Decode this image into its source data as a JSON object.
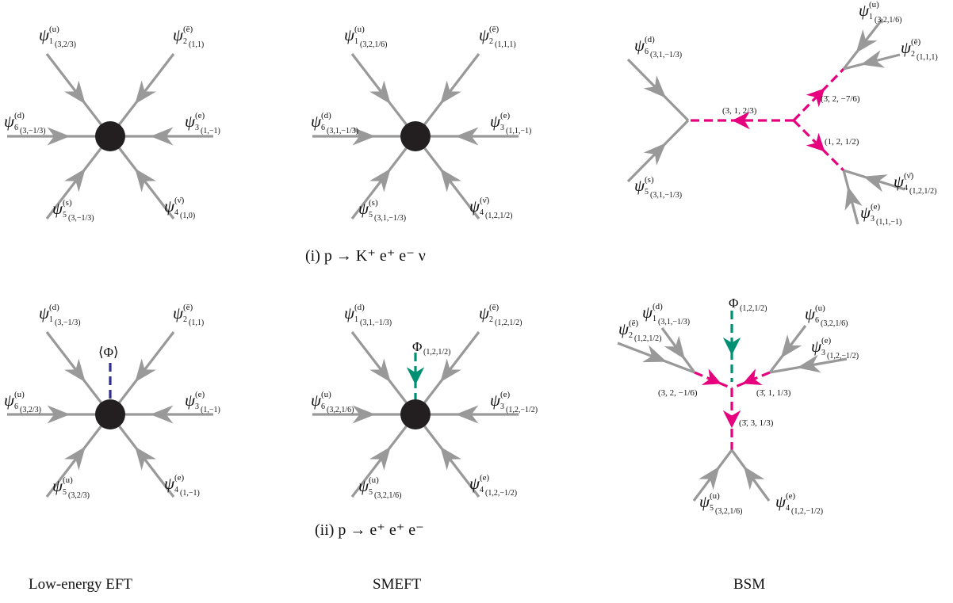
{
  "colors": {
    "fermion": "#999999",
    "blob": "#231f20",
    "bsm_mediator": "#e6007e",
    "smeft_scalar": "#009073",
    "vev": "#2e3192"
  },
  "captions": {
    "proc_i": "(i) p → K⁺ e⁺ e⁻ ν",
    "proc_ii": "(ii) p → e⁺ e⁺ e⁻"
  },
  "columns": {
    "low": "Low-energy EFT",
    "smeft": "SMEFT",
    "bsm": "BSM"
  },
  "row1": {
    "low": {
      "f1": {
        "idx": "1",
        "flav": "(u)",
        "rep": "(3,2/3)"
      },
      "f2": {
        "idx": "2",
        "flav": "(ē)",
        "rep": "(1,1)"
      },
      "f3": {
        "idx": "3",
        "flav": "(e)",
        "rep": "(1,−1)"
      },
      "f4": {
        "idx": "4",
        "flav": "(ν̄)",
        "rep": "(1,0)"
      },
      "f5": {
        "idx": "5",
        "flav": "(s)",
        "rep": "(3,−1/3)"
      },
      "f6": {
        "idx": "6",
        "flav": "(d)",
        "rep": "(3,−1/3)"
      }
    },
    "smeft": {
      "f1": {
        "idx": "1",
        "flav": "(u)",
        "rep": "(3,2,1/6)"
      },
      "f2": {
        "idx": "2",
        "flav": "(ē)",
        "rep": "(1,1,1)"
      },
      "f3": {
        "idx": "3",
        "flav": "(e)",
        "rep": "(1,1,−1)"
      },
      "f4": {
        "idx": "4",
        "flav": "(ν̄)",
        "rep": "(1,2,1/2)"
      },
      "f5": {
        "idx": "5",
        "flav": "(s)",
        "rep": "(3,1,−1/3)"
      },
      "f6": {
        "idx": "6",
        "flav": "(d)",
        "rep": "(3,1,−1/3)"
      }
    },
    "bsm": {
      "f1": {
        "idx": "1",
        "flav": "(u)",
        "rep": "(3,2,1/6)"
      },
      "f2": {
        "idx": "2",
        "flav": "(ē)",
        "rep": "(1,1,1)"
      },
      "f3": {
        "idx": "3",
        "flav": "(e)",
        "rep": "(1,1,−1)"
      },
      "f4": {
        "idx": "4",
        "flav": "(ν̄)",
        "rep": "(1,2,1/2)"
      },
      "f5": {
        "idx": "5",
        "flav": "(s)",
        "rep": "(3,1,−1/3)"
      },
      "f6": {
        "idx": "6",
        "flav": "(d)",
        "rep": "(3,1,−1/3)"
      },
      "m_h": "(3, 1, 2/3)",
      "m_up": "(3̄, 2, −7/6)",
      "m_down": "(1, 2, 1/2)"
    }
  },
  "row2": {
    "low": {
      "f1": {
        "idx": "1",
        "flav": "(d)",
        "rep": "(3,−1/3)"
      },
      "f2": {
        "idx": "2",
        "flav": "(ē)",
        "rep": "(1,1)"
      },
      "f3": {
        "idx": "3",
        "flav": "(e)",
        "rep": "(1,−1)"
      },
      "f4": {
        "idx": "4",
        "flav": "(e)",
        "rep": "(1,−1)"
      },
      "f5": {
        "idx": "5",
        "flav": "(u)",
        "rep": "(3,2/3)"
      },
      "f6": {
        "idx": "6",
        "flav": "(u)",
        "rep": "(3,2/3)"
      },
      "vev": "⟨Φ⟩"
    },
    "smeft": {
      "f1": {
        "idx": "1",
        "flav": "(d)",
        "rep": "(3,1,−1/3)"
      },
      "f2": {
        "idx": "2",
        "flav": "(ē)",
        "rep": "(1,2,1/2)"
      },
      "f3": {
        "idx": "3",
        "flav": "(e)",
        "rep": "(1,2,−1/2)"
      },
      "f4": {
        "idx": "4",
        "flav": "(e)",
        "rep": "(1,2,−1/2)"
      },
      "f5": {
        "idx": "5",
        "flav": "(u)",
        "rep": "(3,2,1/6)"
      },
      "f6": {
        "idx": "6",
        "flav": "(u)",
        "rep": "(3,2,1/6)"
      },
      "phi_main": "Φ",
      "phi_rep": "(1,2,1/2)"
    },
    "bsm": {
      "f1": {
        "idx": "1",
        "flav": "(d)",
        "rep": "(3,1,−1/3)"
      },
      "f2": {
        "idx": "2",
        "flav": "(ē)",
        "rep": "(1,2,1/2)"
      },
      "f3": {
        "idx": "3",
        "flav": "(e)",
        "rep": "(1,2,−1/2)"
      },
      "f4": {
        "idx": "4",
        "flav": "(e)",
        "rep": "(1,2,−1/2)"
      },
      "f5": {
        "idx": "5",
        "flav": "(u)",
        "rep": "(3,2,1/6)"
      },
      "f6": {
        "idx": "6",
        "flav": "(u)",
        "rep": "(3,2,1/6)"
      },
      "phi_main": "Φ",
      "phi_rep": "(1,2,1/2)",
      "m_left": "(3, 2, −1/6)",
      "m_right": "(3̄, 1, 1/3)",
      "m_down": "(3̄, 3, 1/3)"
    }
  }
}
